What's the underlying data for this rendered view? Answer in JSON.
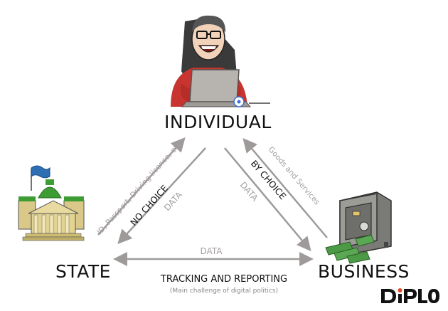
{
  "nodes": {
    "individual": "INDIVIDUAL",
    "state": "STATE",
    "business": "BUSINESS"
  },
  "edges": {
    "state_to_individual": "ID, Passport, Driving licence, etc",
    "individual_state_choice": "NO CHOICE",
    "individual_state_flow": "DATA",
    "business_to_individual": "Goods and Services",
    "individual_business_choice": "BY CHOICE",
    "individual_business_flow": "DATA",
    "state_business_flow": "DATA"
  },
  "bottom_caption": {
    "title": "TRACKING AND REPORTING",
    "subtitle": "(Main challenge of digital politics)"
  },
  "logo": {
    "text": "DiPLO",
    "icons": [
      "diplo-logo"
    ]
  },
  "icons": [
    "person-with-laptop-icon",
    "government-building-icon",
    "safe-with-money-icon"
  ],
  "colors": {
    "arrow": "#9f9a9a",
    "arrow_text": "#a59f9f",
    "label": "#111111",
    "green": "#3e9c34",
    "red_shirt": "#c8342f",
    "flag": "#2e6fb3"
  }
}
